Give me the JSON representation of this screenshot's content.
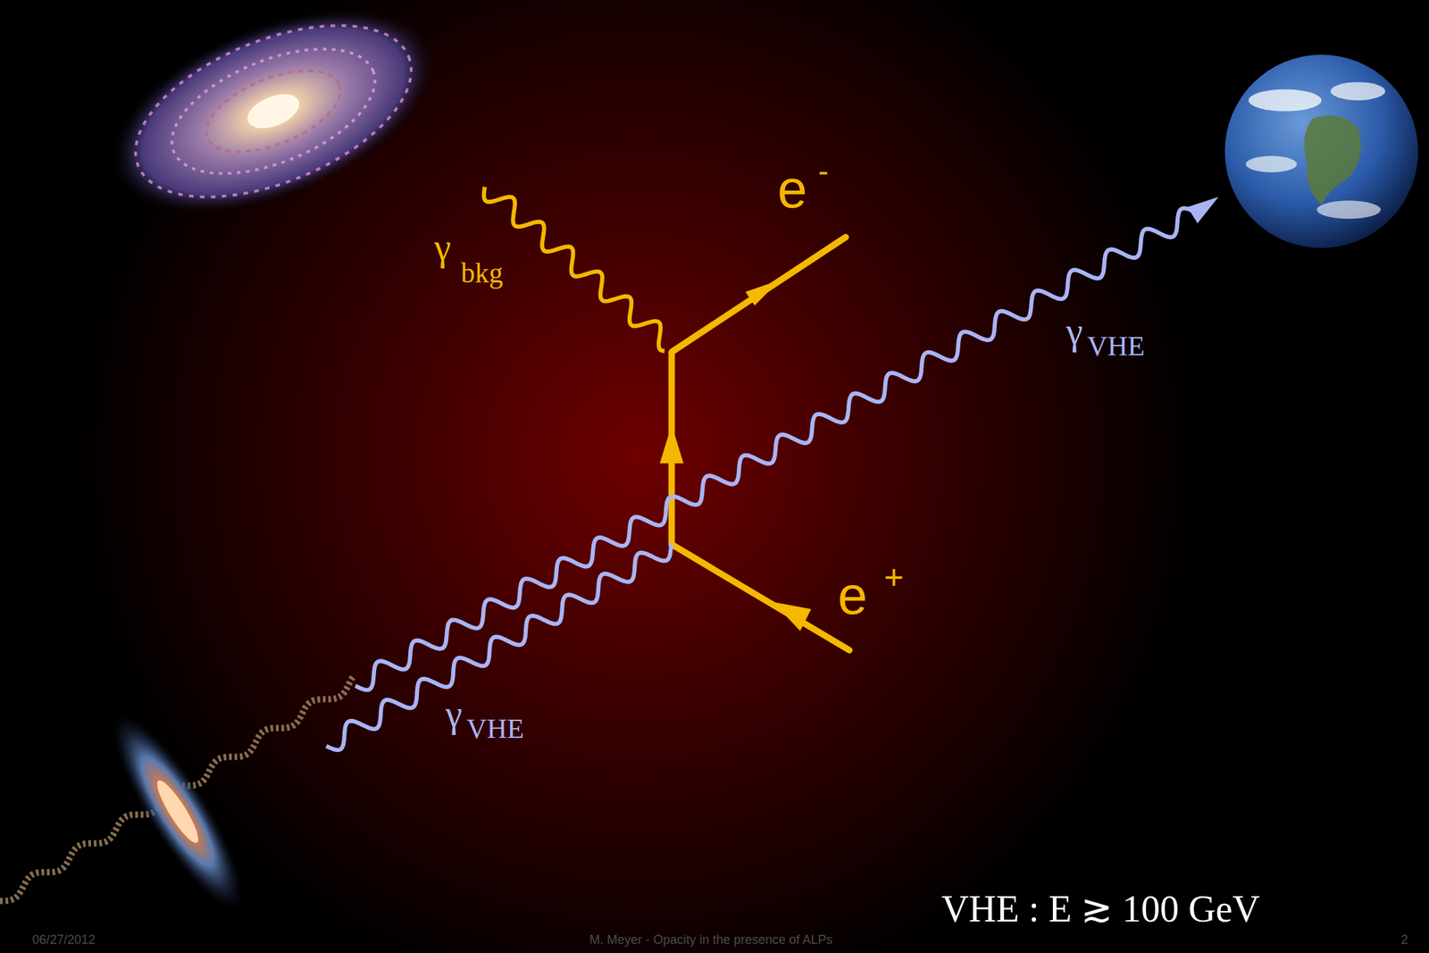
{
  "diagram": {
    "labels": [
      "γ",
      "bkg",
      "e",
      "-",
      "e",
      "+",
      "γ",
      "VHE",
      "γ",
      "VHE",
      "VHE : E ≳ 100 GeV",
      "06/27/2012",
      "M. Meyer - Opacity in the presence of ALPs",
      "2"
    ]
  }
}
